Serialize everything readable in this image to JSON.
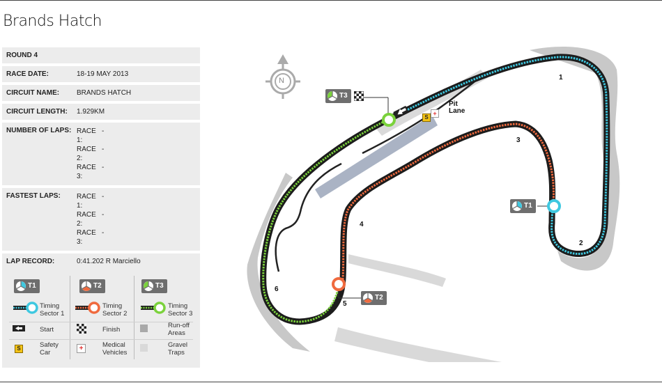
{
  "title": "Brands Hatch",
  "info": {
    "round": "ROUND 4",
    "race_date_label": "RACE DATE:",
    "race_date": "18-19 MAY 2013",
    "circuit_name_label": "CIRCUIT NAME:",
    "circuit_name": "BRANDS HATCH",
    "circuit_length_label": "CIRCUIT LENGTH:",
    "circuit_length": "1.929KM",
    "laps_label": "NUMBER OF LAPS:",
    "laps": [
      {
        "race": "RACE 1:",
        "value": "-"
      },
      {
        "race": "RACE 2:",
        "value": "-"
      },
      {
        "race": "RACE 3:",
        "value": "-"
      }
    ],
    "fastest_label": "FASTEST LAPS:",
    "fastest": [
      {
        "race": "RACE 1:",
        "value": "-"
      },
      {
        "race": "RACE 2:",
        "value": "-"
      },
      {
        "race": "RACE 3:",
        "value": "-"
      }
    ],
    "record_label": "LAP RECORD:",
    "record": "0:41.202  R Marciello"
  },
  "legend": {
    "t1": "T1",
    "t2": "T2",
    "t3": "T3",
    "sector1": "Timing Sector 1",
    "sector2": "Timing Sector 2",
    "sector3": "Timing Sector 3",
    "start": "Start",
    "finish": "Finish",
    "runoff": "Run-off Areas",
    "safety": "Safety Car",
    "medical": "Medical Vehicles",
    "gravel": "Gravel Traps",
    "safety_letter": "S",
    "medical_symbol": "+"
  },
  "map": {
    "compass": "N",
    "pit_lane": "Pit Lane",
    "turns": [
      "1",
      "2",
      "3",
      "4",
      "5",
      "6"
    ],
    "t1": "T1",
    "t2": "T2",
    "t3": "T3",
    "safety_letter": "S",
    "medical_symbol": "+"
  },
  "colors": {
    "sector1": "#3fc8e0",
    "sector2": "#f06a3e",
    "sector3": "#7bd23c",
    "runoff": "#c4c4c4",
    "pit": "#aab3c4",
    "badge": "#6e6e6e"
  }
}
